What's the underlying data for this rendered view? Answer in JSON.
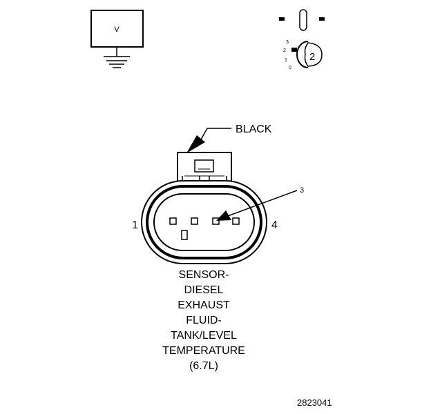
{
  "meter": {
    "symbol": "V"
  },
  "switch_indicator": {
    "positions": [
      "3",
      "2",
      "1",
      "0"
    ],
    "selected": "2"
  },
  "connector": {
    "wire_color": "BLACK",
    "pins": {
      "left": "1",
      "right": "4",
      "callout": "3"
    }
  },
  "caption": {
    "lines": [
      "SENSOR-",
      "DIESEL",
      "EXHAUST",
      "FLUID-",
      "TANK/LEVEL",
      "TEMPERATURE",
      "(6.7L)"
    ]
  },
  "figure_id": "2823041"
}
